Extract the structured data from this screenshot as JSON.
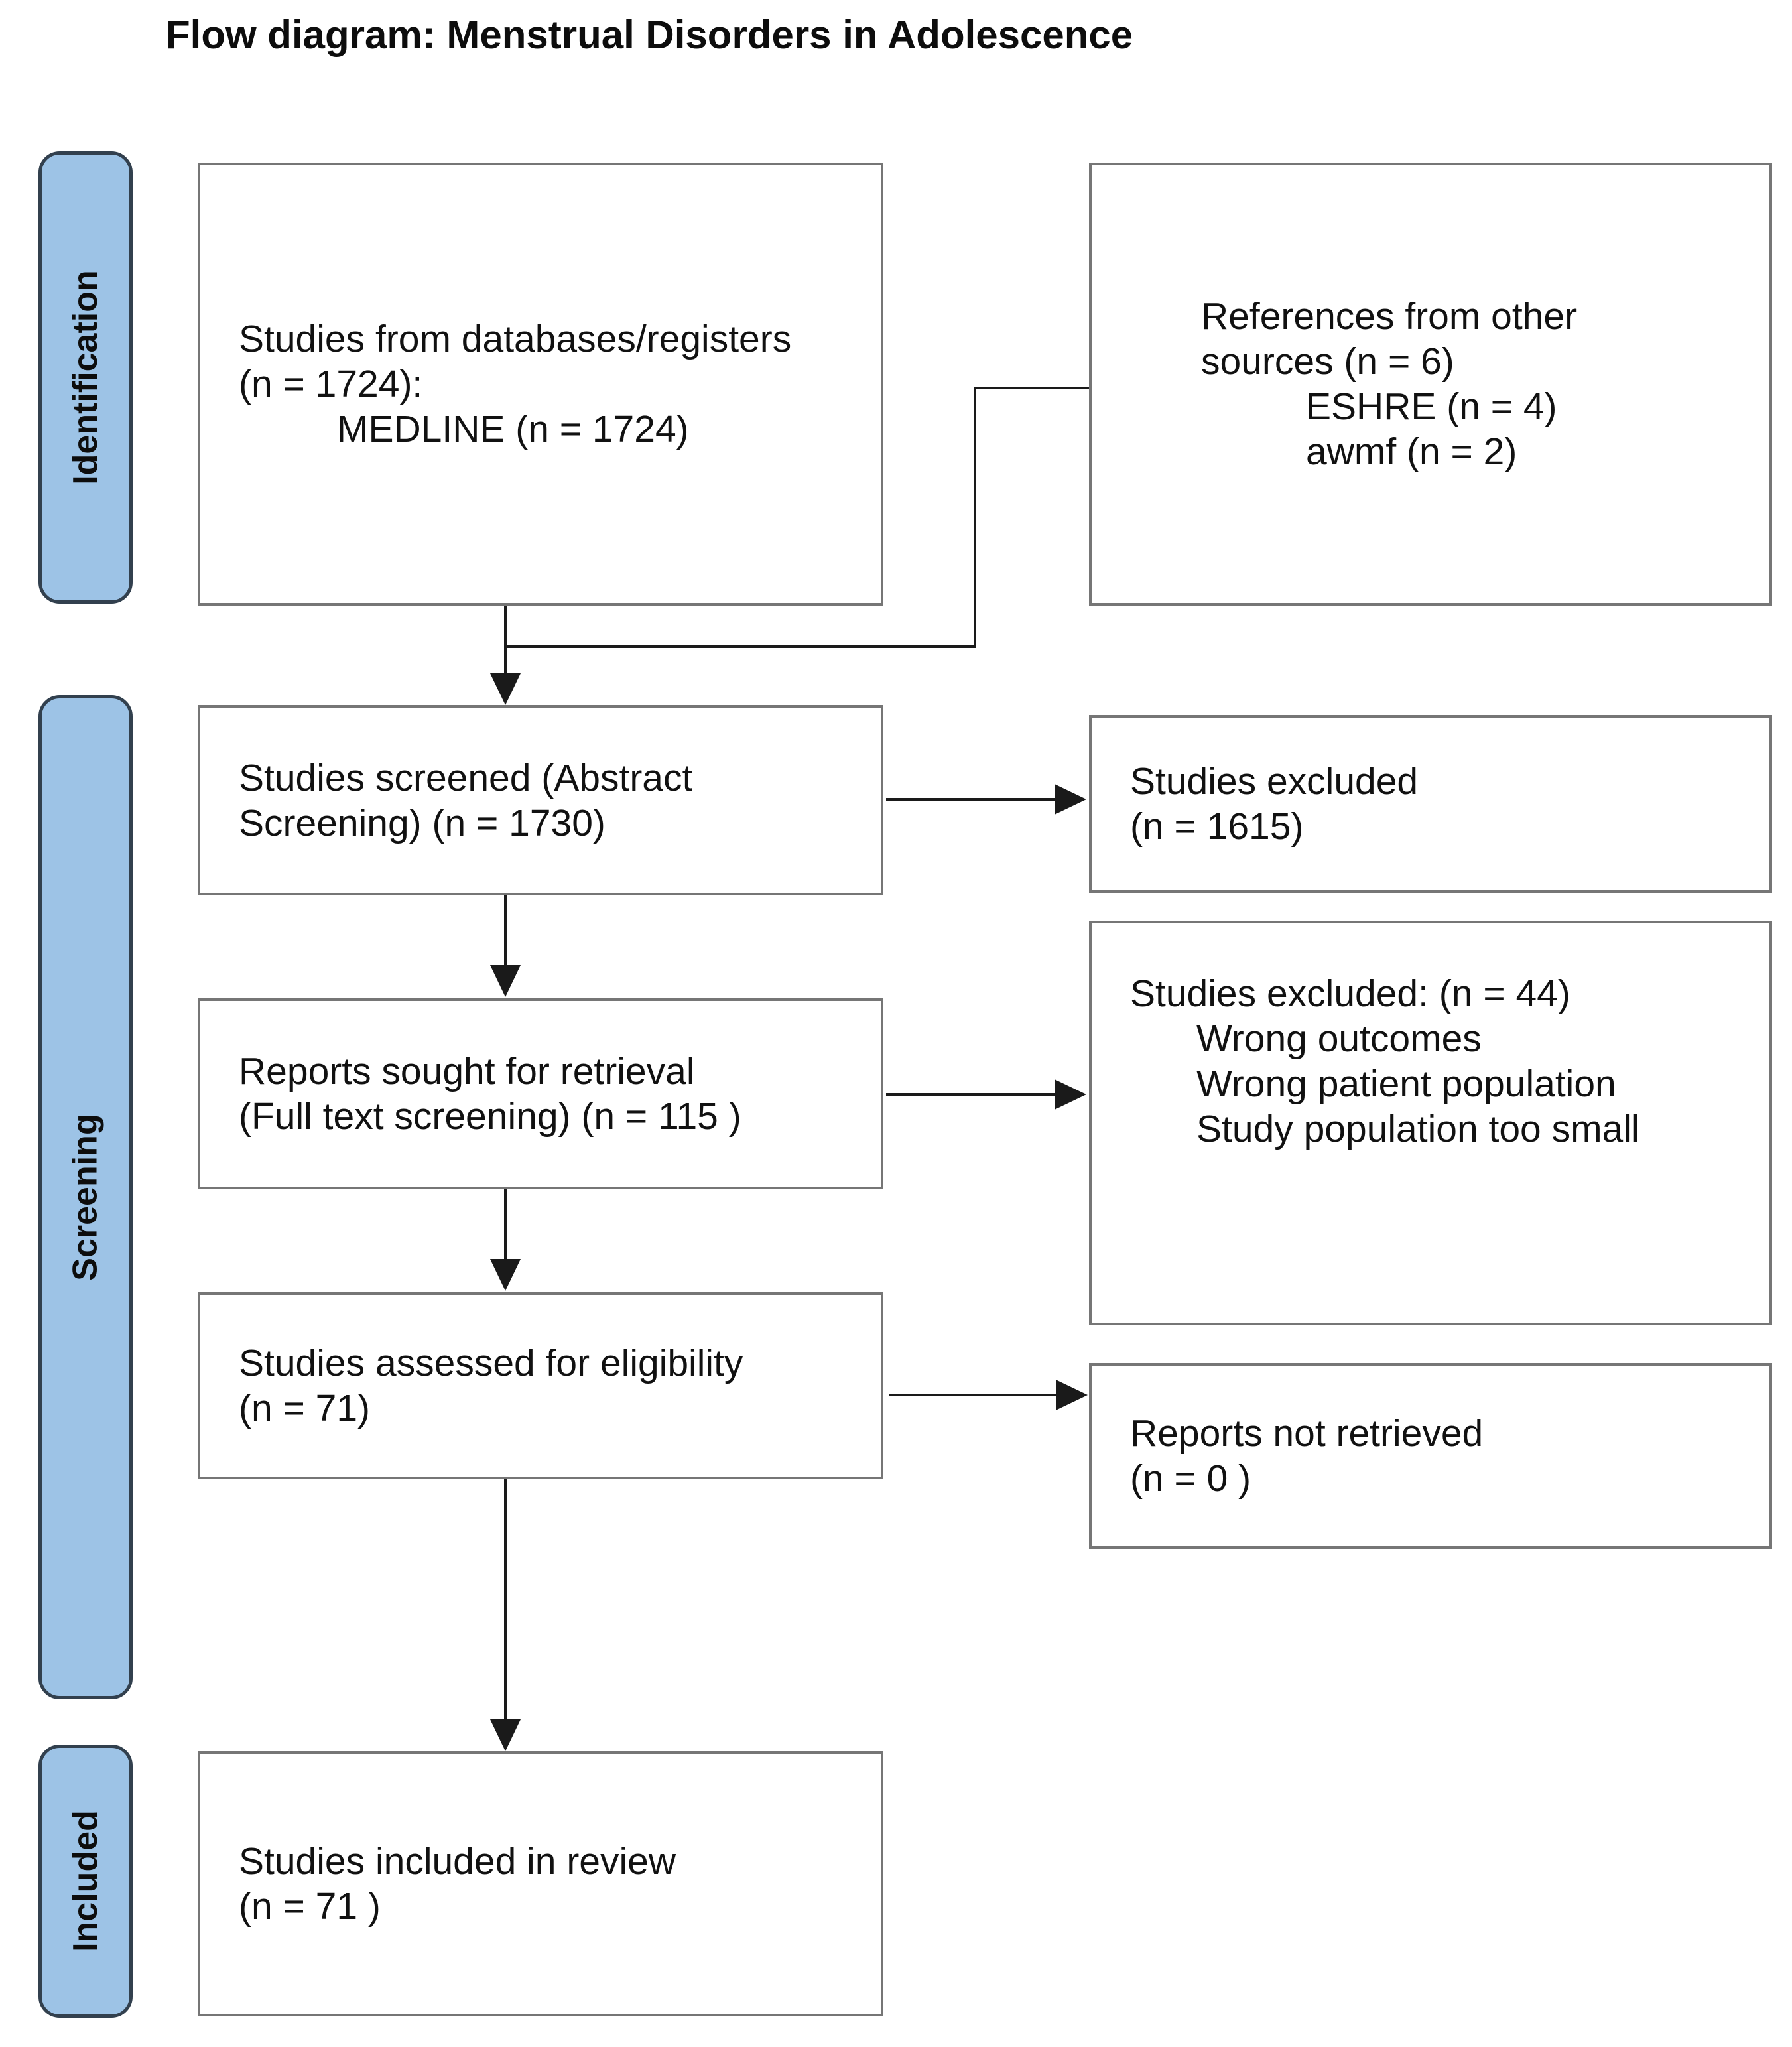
{
  "title": "Flow diagram: Menstrual Disorders in Adolescence",
  "colors": {
    "stage_fill": "#9DC3E6",
    "stage_border": "#32404E",
    "box_border": "#767676",
    "arrow": "#1A1A1A"
  },
  "stages": {
    "identification": "Identification",
    "screening": "Screening",
    "included": "Included"
  },
  "boxes": {
    "databases": {
      "line1": "Studies from databases/registers",
      "line2": "(n = 1724):",
      "line3": "MEDLINE (n = 1724)"
    },
    "other_sources": {
      "line1": "References from other",
      "line2": "sources (n = 6)",
      "line3": "ESHRE (n = 4)",
      "line4": "awmf (n = 2)"
    },
    "screened": {
      "line1": "Studies screened (Abstract",
      "line2": "Screening) (n = 1730)"
    },
    "excluded_screening": {
      "line1": "Studies excluded",
      "line2": "(n = 1615)"
    },
    "sought": {
      "line1": "Reports sought for retrieval",
      "line2": "(Full text screening) (n = 115 )"
    },
    "excluded_fulltext": {
      "line1": "Studies excluded: (n = 44)",
      "line2": "Wrong outcomes",
      "line3": "Wrong patient population",
      "line4": "Study population too small"
    },
    "assessed": {
      "line1": "Studies assessed for eligibility",
      "line2": "(n = 71)"
    },
    "not_retrieved": {
      "line1": "Reports not retrieved",
      "line2": "(n = 0 )"
    },
    "included_review": {
      "line1": "Studies included in review",
      "line2": "(n = 71 )"
    }
  }
}
